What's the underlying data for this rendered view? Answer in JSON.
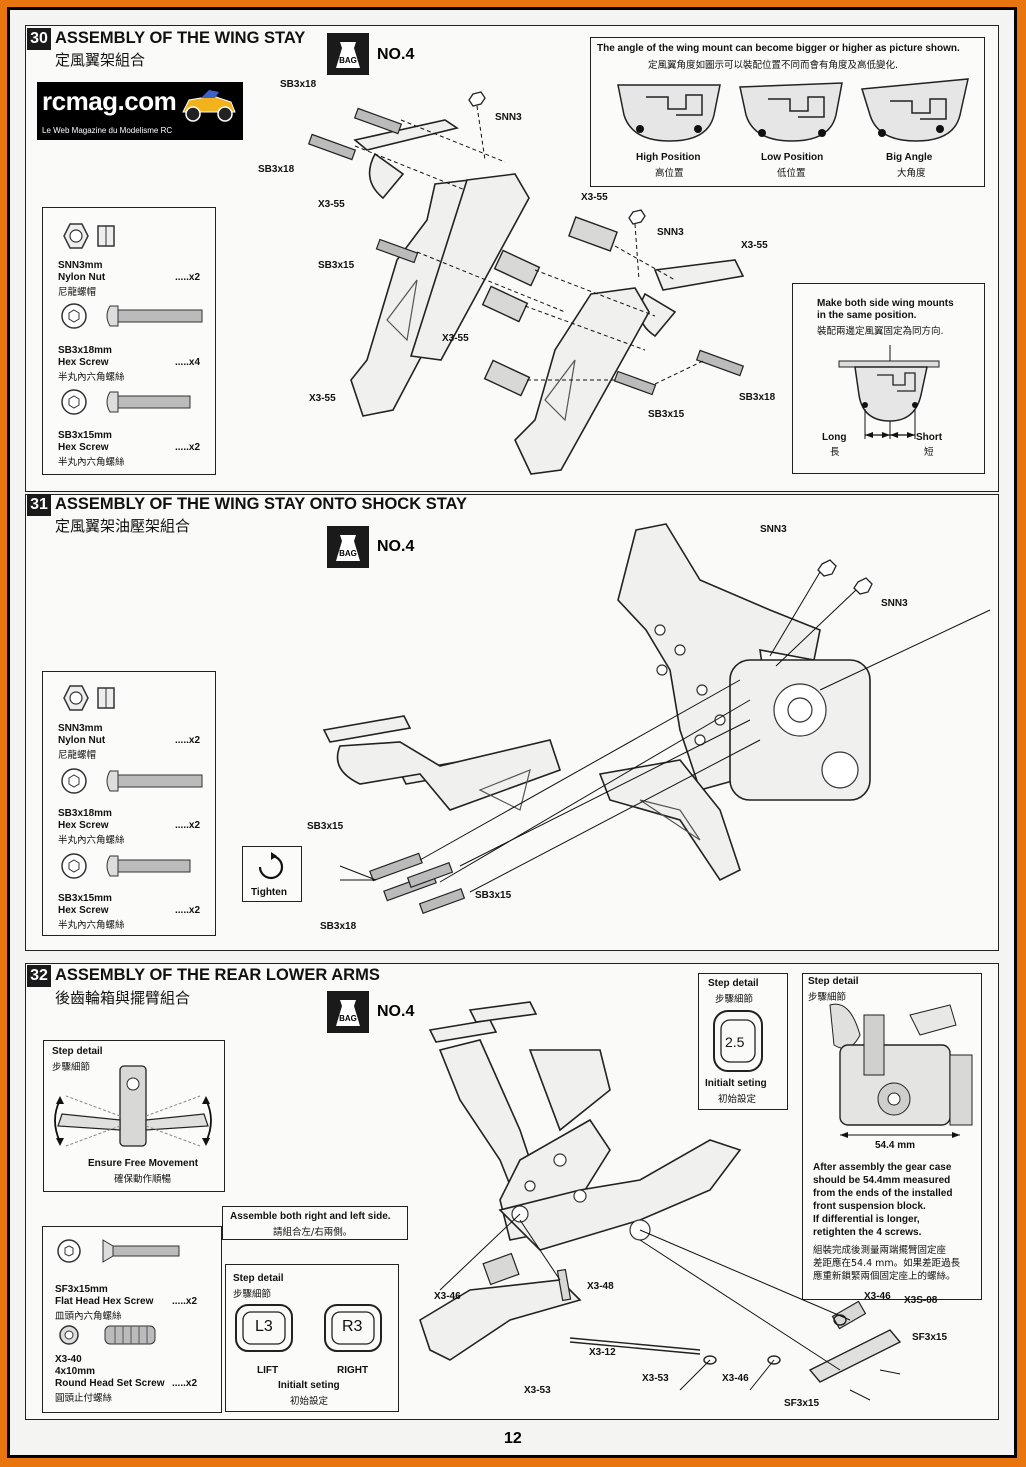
{
  "logo": {
    "main": "rcmag.com",
    "sub": "Le Web Magazine du Modelisme RC"
  },
  "page_number": "12",
  "bag_label": "BAG",
  "sections": [
    {
      "number": "30",
      "title_en": "ASSEMBLY OF THE WING STAY",
      "title_zh": "定風翼架組合",
      "bag_no": "NO.4",
      "parts": [
        {
          "code": "SNN3mm",
          "name": "Nylon Nut",
          "zh": "尼龍螺帽",
          "qty": ".....x2"
        },
        {
          "code": "SB3x18mm",
          "name": "Hex Screw",
          "zh": "半丸內六角螺絲",
          "qty": ".....x4"
        },
        {
          "code": "SB3x15mm",
          "name": "Hex Screw",
          "zh": "半丸內六角螺絲",
          "qty": ".....x2"
        }
      ],
      "angle_box": {
        "note_en": "The angle of the wing mount can become bigger or higher as picture shown.",
        "note_zh": "定風翼角度如圖示可以裝配位置不同而會有角度及高低變化.",
        "positions": [
          {
            "en": "High Position",
            "zh": "高位置"
          },
          {
            "en": "Low Position",
            "zh": "低位置"
          },
          {
            "en": "Big Angle",
            "zh": "大角度"
          }
        ]
      },
      "same_box": {
        "line1": "Make both side wing mounts",
        "line2": "in the same position.",
        "zh": "裝配兩邊定風翼固定為同方向.",
        "long_en": "Long",
        "long_zh": "長",
        "short_en": "Short",
        "short_zh": "短"
      },
      "labels": [
        "SB3x18",
        "SNN3",
        "SB3x18",
        "X3-55",
        "X3-55",
        "SNN3",
        "SB3x15",
        "X3-55",
        "X3-55",
        "X3-55",
        "SB3x15",
        "SB3x18"
      ]
    },
    {
      "number": "31",
      "title_en": "ASSEMBLY OF THE WING STAY ONTO SHOCK STAY",
      "title_zh": "定風翼架油壓架組合",
      "bag_no": "NO.4",
      "parts": [
        {
          "code": "SNN3mm",
          "name": "Nylon Nut",
          "zh": "尼龍螺帽",
          "qty": ".....x2"
        },
        {
          "code": "SB3x18mm",
          "name": "Hex Screw",
          "zh": "半丸內六角螺絲",
          "qty": ".....x2"
        },
        {
          "code": "SB3x15mm",
          "name": "Hex Screw",
          "zh": "半丸內六角螺絲",
          "qty": ".....x2"
        }
      ],
      "tighten": "Tighten",
      "labels": [
        "SNN3",
        "SNN3",
        "SB3x15",
        "SB3x15",
        "SB3x18"
      ]
    },
    {
      "number": "32",
      "title_en": "ASSEMBLY OF THE REAR LOWER ARMS",
      "title_zh": "後齒輪箱與擺臂組合",
      "bag_no": "NO.4",
      "step_detail_en": "Step detail",
      "step_detail_zh": "步驟細節",
      "free_movement_en": "Ensure Free Movement",
      "free_movement_zh": "確保動作順暢",
      "assemble_en": "Assemble both right and left side.",
      "assemble_zh": "請組合左/右兩側。",
      "parts": [
        {
          "code": "SF3x15mm",
          "name": "Flat Head Hex Screw",
          "zh": "皿頭內六角螺絲",
          "qty": ".....x2"
        },
        {
          "code": "X3-40",
          "name": "4x10mm",
          "name2": "Round Head Set Screw",
          "zh": "圓頭止付螺絲",
          "qty": ".....x2"
        }
      ],
      "lr_box": {
        "left": "L3",
        "right": "R3",
        "lift": "LIFT",
        "right_label": "RIGHT",
        "initial_en": "Initialt seting",
        "initial_zh": "初始設定"
      },
      "initial_box": {
        "value": "2.5",
        "en": "Initialt seting",
        "zh": "初始設定"
      },
      "gear_box": {
        "measure": "54.4 mm",
        "text_en": [
          "After assembly the gear case",
          "should be 54.4mm measured",
          "from the ends of the installed",
          "front suspension block.",
          "If differential is longer,",
          "retighten the 4 screws."
        ],
        "text_zh": [
          "組裝完成後測量兩端擺臂固定座",
          "差距應在54.4 mm。如果差距過長",
          "應重新鎖緊兩個固定座上的螺絲。"
        ]
      },
      "labels": [
        "X3-46",
        "X3-48",
        "X3-12",
        "X3-53",
        "X3-53",
        "X3-46",
        "X3-46",
        "X3S-08",
        "SF3x15",
        "SF3x15"
      ]
    }
  ]
}
